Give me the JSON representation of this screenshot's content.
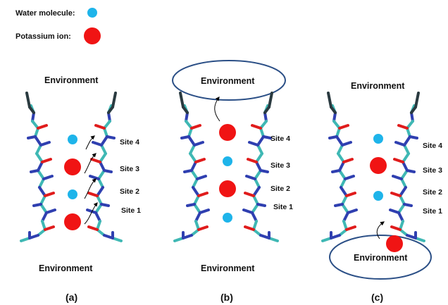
{
  "legend": {
    "water_label": "Water molecule:",
    "potassium_label": "Potassium ion:"
  },
  "colors": {
    "water": "#1eb4ea",
    "potassium": "#f01414",
    "ellipse": "#2b4f86",
    "chain_carbon": "#3fb8b4",
    "chain_nitrogen": "#2f3fb0",
    "chain_oxygen": "#e01c1c",
    "chain_dark": "#2a3a40"
  },
  "panels": [
    {
      "id": "a",
      "label": "(a)",
      "env_top": "Environment",
      "env_bottom": "Environment",
      "sites": [
        "Site 4",
        "Site 3",
        "Site 2",
        "Site 1"
      ],
      "channel_order_top_to_bottom": [
        "water",
        "potassium",
        "water",
        "potassium"
      ],
      "highlight": "none"
    },
    {
      "id": "b",
      "label": "(b)",
      "env_top": "Environment",
      "env_bottom": "Environment",
      "sites": [
        "Site 4",
        "Site 3",
        "Site 2",
        "Site 1"
      ],
      "channel_order_top_to_bottom": [
        "potassium",
        "water",
        "potassium",
        "water"
      ],
      "highlight": "top"
    },
    {
      "id": "c",
      "label": "(c)",
      "env_top": "Environment",
      "env_bottom": "Environment",
      "sites": [
        "Site 4",
        "Site 3",
        "Site 2",
        "Site 1"
      ],
      "channel_order_top_to_bottom": [
        "water",
        "potassium",
        "water"
      ],
      "highlight": "bottom"
    }
  ]
}
